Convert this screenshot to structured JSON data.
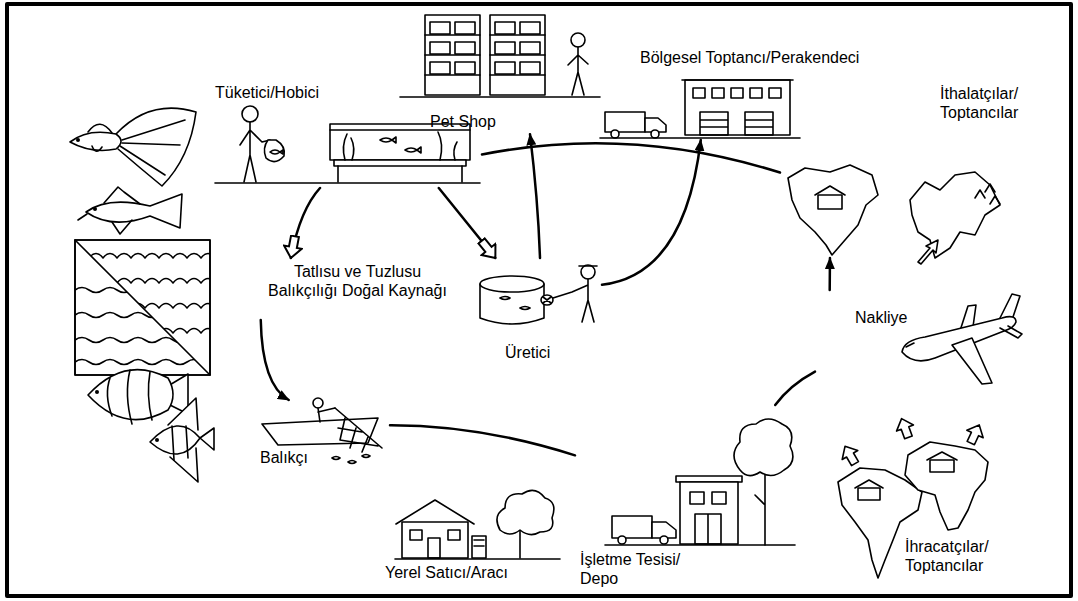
{
  "diagram": {
    "nodes": [
      {
        "text": [
          "Tüketici/Hobici"
        ]
      },
      {
        "text": [
          "Pet Shop"
        ]
      },
      {
        "text": [
          "Bölgesel Toptancı/Perakendeci"
        ]
      },
      {
        "text": [
          "İthalatçılar/ Toptancılar"
        ]
      },
      {
        "text": [
          "Tatlısu ve Tuzlusu Balıkçılığı Doğal Kaynağı"
        ]
      },
      {
        "text": [
          "Üretici"
        ]
      },
      {
        "text": [
          "Nakliye"
        ]
      },
      {
        "text": [
          "Balıkçı"
        ]
      },
      {
        "text": [
          "Yerel Satıcı/Aracı"
        ]
      },
      {
        "text": [
          "İşletme Tesisi/ Depo"
        ]
      },
      {
        "text": [
          "İhracatçılar/ Toptancılar"
        ]
      }
    ],
    "edges": [
      {
        "from": 0,
        "to": 4,
        "arrow": "to"
      },
      {
        "from": 0,
        "to": 5,
        "arrow": "to"
      },
      {
        "from": 5,
        "to": 1,
        "arrow": "to"
      },
      {
        "from": 5,
        "to": 2,
        "arrow": "to"
      },
      {
        "from": 4,
        "to": 7,
        "arrow": "to"
      },
      {
        "from": 7,
        "to": 9,
        "arrow": "none"
      },
      {
        "from": 9,
        "to": 6,
        "arrow": "none"
      },
      {
        "from": 6,
        "to": 3,
        "arrow": "to"
      },
      {
        "from": 3,
        "to": 0,
        "arrow": "none"
      }
    ]
  }
}
